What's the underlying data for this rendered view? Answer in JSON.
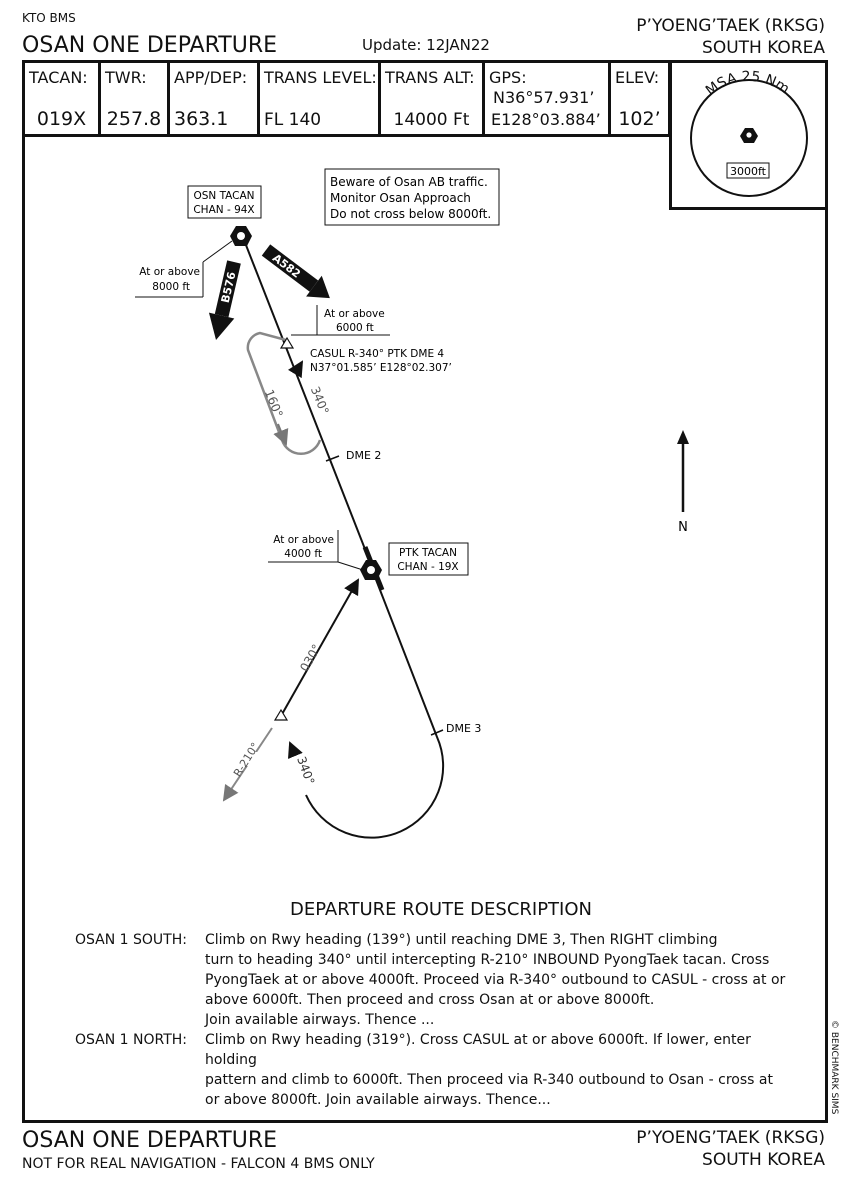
{
  "header": {
    "org": "KTO BMS",
    "title": "OSAN ONE DEPARTURE",
    "update": "Update: 12JAN22",
    "airport": "P’YOENG’TAEK (RKSG)",
    "country": "SOUTH KOREA"
  },
  "info": [
    {
      "label": "TACAN:",
      "value": "019X"
    },
    {
      "label": "TWR:",
      "value": "257.8"
    },
    {
      "label": "APP/DEP:",
      "value": "363.1"
    },
    {
      "label": "TRANS LEVEL:",
      "value": "FL 140"
    },
    {
      "label": "TRANS ALT:",
      "value": "14000 Ft"
    },
    {
      "label": "GPS:",
      "value_line1": "N36°57.931’",
      "value_line2": "E128°03.884’"
    },
    {
      "label": "ELEV:",
      "value": "102’"
    }
  ],
  "msa": {
    "label": "MSA 25 Nm",
    "altitude": "3000ft"
  },
  "chart": {
    "notice": [
      "Beware of Osan AB traffic.",
      "Monitor Osan Approach",
      "Do not cross below 8000ft."
    ],
    "osn_tacan": [
      "OSN TACAN",
      "CHAN - 94X"
    ],
    "osn_restriction": [
      "At or above",
      "8000 ft"
    ],
    "airway_a582": "A582",
    "airway_b576": "B576",
    "casul_restriction": [
      "At or above",
      "6000 ft"
    ],
    "casul_label": [
      "CASUL R-340° PTK DME 4",
      "N37°01.585’ E128°02.307’"
    ],
    "hold_inbound": "340°",
    "hold_outbound": "160°",
    "dme2": "DME 2",
    "ptk_restriction": [
      "At or above",
      "4000 ft"
    ],
    "ptk_tacan": [
      "PTK TACAN",
      "CHAN - 19X"
    ],
    "heading_030": "030°",
    "dme3": "DME 3",
    "heading_340": "340°",
    "radial_210": "R-210°",
    "north": "N"
  },
  "description": {
    "title": "DEPARTURE ROUTE DESCRIPTION",
    "south_label": "OSAN 1 SOUTH:",
    "south_lines": [
      "Climb on Rwy heading (139°) until reaching DME 3, Then RIGHT climbing",
      "turn to heading 340° until intercepting R-210° INBOUND PyongTaek tacan. Cross",
      "PyongTaek at or above 4000ft. Proceed via R-340° outbound to CASUL - cross at or",
      "above 6000ft. Then proceed and cross Osan at or above 8000ft.",
      "Join available airways. Thence ..."
    ],
    "north_label": "OSAN 1 NORTH:",
    "north_lines": [
      "Climb on Rwy heading (319°). Cross CASUL at or above 6000ft. If lower, enter holding",
      "pattern and climb to 6000ft. Then proceed via R-340 outbound to Osan - cross at",
      "or above 8000ft. Join available airways. Thence..."
    ]
  },
  "copyright": "© BENCHMARK SIMS",
  "footer": {
    "title": "OSAN ONE DEPARTURE",
    "disclaimer": "NOT FOR REAL NAVIGATION - FALCON 4 BMS ONLY",
    "airport": "P’YOENG’TAEK (RKSG)",
    "country": "SOUTH KOREA"
  }
}
